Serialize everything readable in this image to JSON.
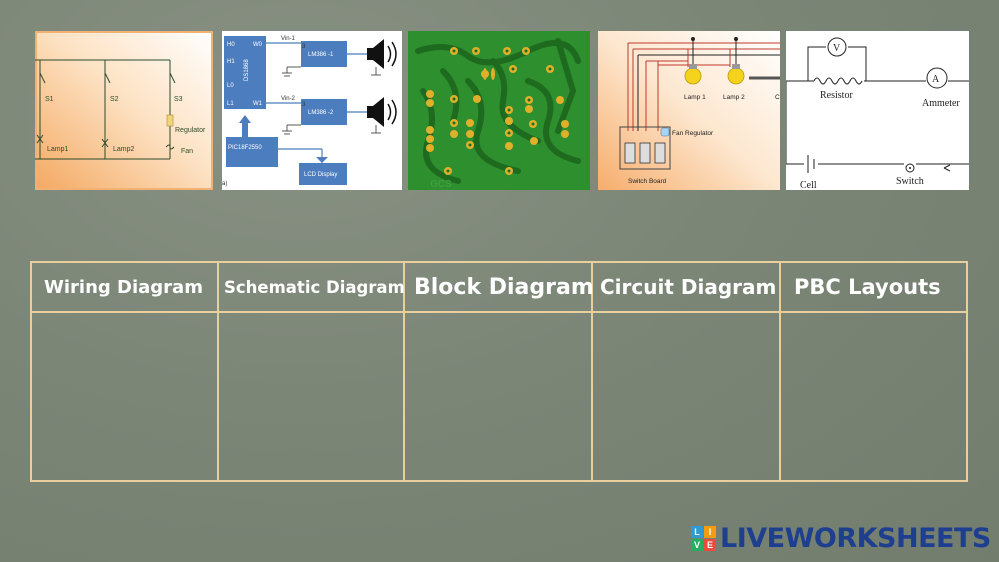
{
  "thumbnails": {
    "wiring": {
      "switches": [
        "S1",
        "S2",
        "S3"
      ],
      "lamps": [
        "Lamp1",
        "Lamp2"
      ],
      "regulator": "Regulator",
      "fan": "Fan"
    },
    "schematic": {
      "chip_pins_left": [
        "H0",
        "H1",
        "L0",
        "L1"
      ],
      "chip_pins_right": [
        "W0",
        "W1"
      ],
      "chip_label": "DS1868",
      "vin1": "Vin-1",
      "vin2": "Vin-2",
      "pin3a": "3",
      "pin3b": "3",
      "amp1": "LM386 -1",
      "amp2": "LM386 -2",
      "mcu": "PIC18F2550",
      "display": "LCD Display",
      "corner": "a)"
    },
    "pcb": {
      "watermark": "GCS"
    },
    "circuit": {
      "lamp1": "Lamp 1",
      "lamp2": "Lamp 2",
      "fan_regulator": "Fan Regulator",
      "switch_board": "Switch Board",
      "cut_label": "C"
    },
    "circuit2": {
      "voltmeter": "V",
      "ammeter_symbol": "A",
      "resistor": "Resistor",
      "ammeter": "Ammeter",
      "cell": "Cell",
      "switch": "Switch"
    }
  },
  "table": {
    "headers": [
      "Wiring Diagram",
      "Schematic Diagram",
      "Block Diagram",
      "Circuit Diagram",
      "PBC Layouts"
    ]
  },
  "brand": {
    "logo_letters": [
      "L",
      "I",
      "V",
      "E"
    ],
    "name": "LIVEWORKSHEETS"
  }
}
